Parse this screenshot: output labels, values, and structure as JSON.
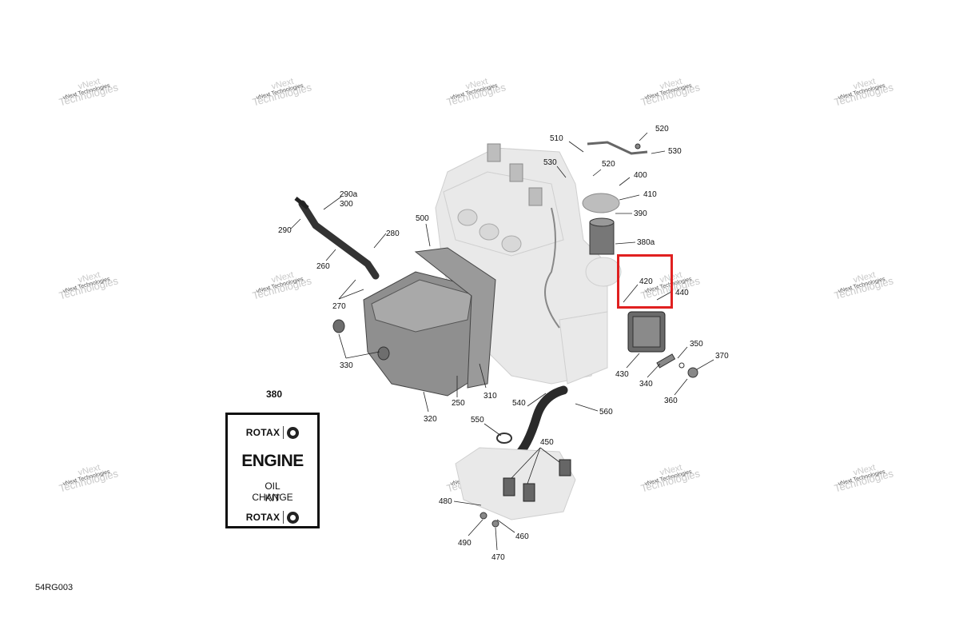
{
  "watermark": {
    "line1": "vNext",
    "line2": "Technologies",
    "line3": "vNext Technologies"
  },
  "callouts": [
    {
      "id": "510",
      "label": "510"
    },
    {
      "id": "520a",
      "label": "520"
    },
    {
      "id": "530a",
      "label": "530"
    },
    {
      "id": "530b",
      "label": "530"
    },
    {
      "id": "520b",
      "label": "520"
    },
    {
      "id": "400",
      "label": "400"
    },
    {
      "id": "410",
      "label": "410"
    },
    {
      "id": "390",
      "label": "390"
    },
    {
      "id": "380a",
      "label": "380a"
    },
    {
      "id": "420",
      "label": "420"
    },
    {
      "id": "440",
      "label": "440"
    },
    {
      "id": "290a",
      "label": "290a"
    },
    {
      "id": "300",
      "label": "300"
    },
    {
      "id": "290",
      "label": "290"
    },
    {
      "id": "280",
      "label": "280"
    },
    {
      "id": "260",
      "label": "260"
    },
    {
      "id": "500",
      "label": "500"
    },
    {
      "id": "270",
      "label": "270"
    },
    {
      "id": "330",
      "label": "330"
    },
    {
      "id": "350",
      "label": "350"
    },
    {
      "id": "370",
      "label": "370"
    },
    {
      "id": "430",
      "label": "430"
    },
    {
      "id": "340",
      "label": "340"
    },
    {
      "id": "360",
      "label": "360"
    },
    {
      "id": "310",
      "label": "310"
    },
    {
      "id": "250",
      "label": "250"
    },
    {
      "id": "320",
      "label": "320"
    },
    {
      "id": "540",
      "label": "540"
    },
    {
      "id": "560",
      "label": "560"
    },
    {
      "id": "550",
      "label": "550"
    },
    {
      "id": "450",
      "label": "450"
    },
    {
      "id": "480",
      "label": "480"
    },
    {
      "id": "490",
      "label": "490"
    },
    {
      "id": "460",
      "label": "460"
    },
    {
      "id": "470",
      "label": "470"
    }
  ],
  "kit": {
    "ref": "380",
    "brand": "ROTAX",
    "title": "ENGINE",
    "line1": "OIL",
    "line2": "CHANGE",
    "line3": "KIT"
  },
  "diagram_code": "54RG003",
  "colors": {
    "highlight": "#e02020",
    "engine": "#e9e9e9",
    "part": "#6e6e6e"
  }
}
